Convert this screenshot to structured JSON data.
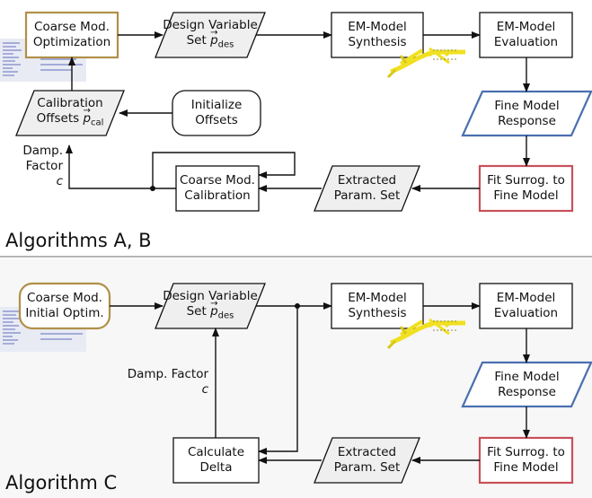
{
  "sections": {
    "top": {
      "caption": "Algorithms A, B",
      "coarse_opt": [
        "Coarse Mod.",
        "Optimization"
      ],
      "design_set": {
        "line1": "Design Variable",
        "prefix": "Set",
        "sym": "p",
        "sub": "des"
      },
      "em_synth": [
        "EM-Model",
        "Synthesis"
      ],
      "em_eval": [
        "EM-Model",
        "Evaluation"
      ],
      "calib_offsets": {
        "line1": "Calibration",
        "prefix": "Offsets",
        "sym": "p",
        "sub": "cal"
      },
      "init_offsets": [
        "Initialize",
        "Offsets"
      ],
      "fine_resp": [
        "Fine Model",
        "Response"
      ],
      "damp": {
        "line1": "Damp.",
        "line2": "Factor",
        "sym": "c"
      },
      "coarse_calib": [
        "Coarse Mod.",
        "Calibration"
      ],
      "extracted": [
        "Extracted",
        "Param. Set"
      ],
      "fit": [
        "Fit Surrog. to",
        "Fine Model"
      ]
    },
    "bottom": {
      "caption": "Algorithm C",
      "coarse_init": [
        "Coarse Mod.",
        "Initial Optim."
      ],
      "design_set": {
        "line1": "Design Variable",
        "prefix": "Set",
        "sym": "p",
        "sub": "des"
      },
      "em_synth": [
        "EM-Model",
        "Synthesis"
      ],
      "em_eval": [
        "EM-Model",
        "Evaluation"
      ],
      "fine_resp": [
        "Fine Model",
        "Response"
      ],
      "damp": {
        "line1": "Damp. Factor",
        "sym": "c"
      },
      "calc_delta": [
        "Calculate",
        "Delta"
      ],
      "extracted": [
        "Extracted",
        "Param. Set"
      ],
      "fit": [
        "Fit Surrog. to",
        "Fine Model"
      ]
    }
  },
  "colors": {
    "gold": "#b09048",
    "blue": "#4a6fb0",
    "red": "#c8505a",
    "parallelogram_fill": "#efefef",
    "bottom_bg": "#f7f7f7",
    "layout_yellow": "#f0e020",
    "divider": "#8a8a8a"
  },
  "icons": {
    "thumb": "code-screenshot-icon",
    "layout": "microstrip-layout-icon"
  }
}
